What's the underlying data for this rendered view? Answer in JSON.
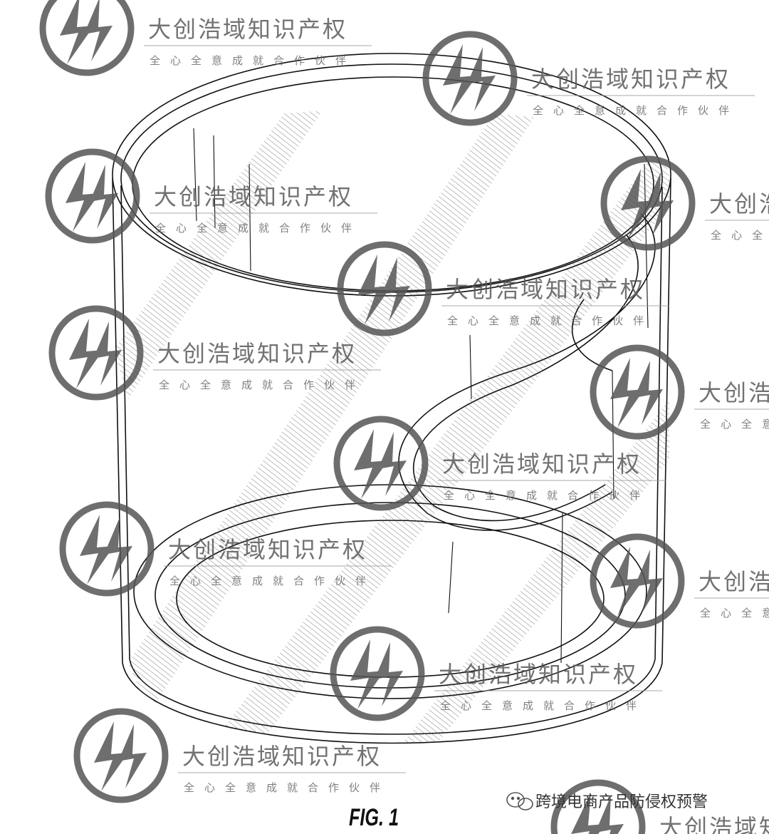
{
  "figure": {
    "label": "FIG. 1"
  },
  "watermark": {
    "title": "大创浩域知识产权",
    "subtitle": "全心全意成就合作伙伴",
    "logo_icon": "dachuang-lightning-logo-icon",
    "color": "#555555"
  },
  "footer": {
    "icon": "wechat-icon",
    "text": "跨境电商产品防侵权预警"
  },
  "colors": {
    "line": "#111111",
    "hatch": "#444444",
    "background": "#ffffff"
  }
}
